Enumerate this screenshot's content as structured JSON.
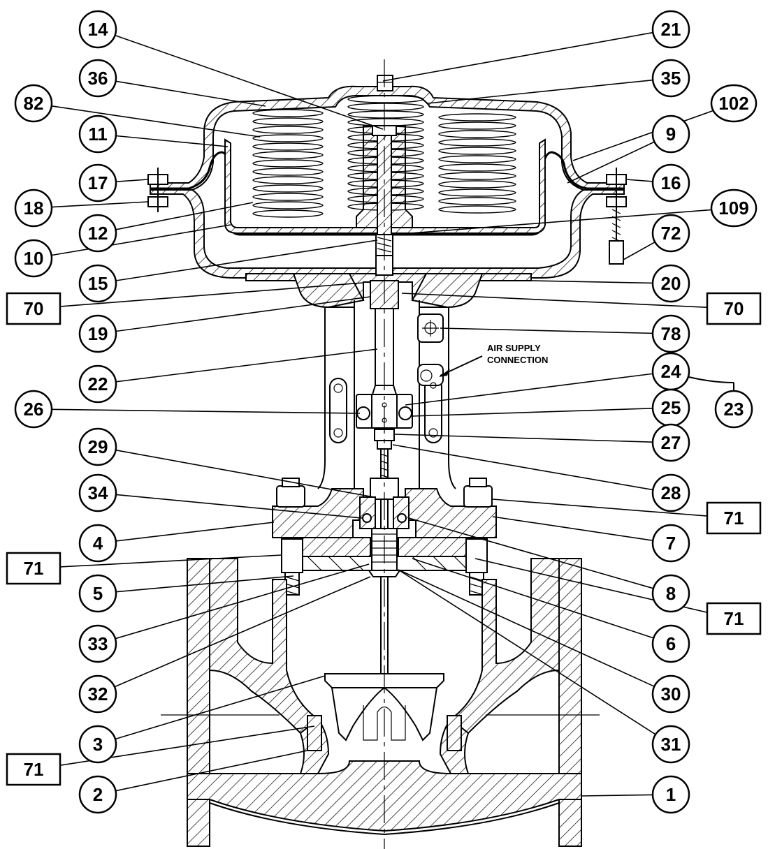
{
  "diagram": {
    "note": [
      "AIR SUPPLY",
      "CONNECTION"
    ],
    "callouts": [
      {
        "id": "c14",
        "label": "14",
        "shape": "circle"
      },
      {
        "id": "c21",
        "label": "21",
        "shape": "circle"
      },
      {
        "id": "c36",
        "label": "36",
        "shape": "circle"
      },
      {
        "id": "c35",
        "label": "35",
        "shape": "circle"
      },
      {
        "id": "c82",
        "label": "82",
        "shape": "circle"
      },
      {
        "id": "c102",
        "label": "102",
        "shape": "circle"
      },
      {
        "id": "c11",
        "label": "11",
        "shape": "circle"
      },
      {
        "id": "c9",
        "label": "9",
        "shape": "circle"
      },
      {
        "id": "c17",
        "label": "17",
        "shape": "circle"
      },
      {
        "id": "c16",
        "label": "16",
        "shape": "circle"
      },
      {
        "id": "c18",
        "label": "18",
        "shape": "circle"
      },
      {
        "id": "c109",
        "label": "109",
        "shape": "circle"
      },
      {
        "id": "c12",
        "label": "12",
        "shape": "circle"
      },
      {
        "id": "c72",
        "label": "72",
        "shape": "circle"
      },
      {
        "id": "c10",
        "label": "10",
        "shape": "circle"
      },
      {
        "id": "c15",
        "label": "15",
        "shape": "circle"
      },
      {
        "id": "c20",
        "label": "20",
        "shape": "circle"
      },
      {
        "id": "c70a",
        "label": "70",
        "shape": "box"
      },
      {
        "id": "c70b",
        "label": "70",
        "shape": "box"
      },
      {
        "id": "c19",
        "label": "19",
        "shape": "circle"
      },
      {
        "id": "c78",
        "label": "78",
        "shape": "circle"
      },
      {
        "id": "c22",
        "label": "22",
        "shape": "circle"
      },
      {
        "id": "c24",
        "label": "24",
        "shape": "circle"
      },
      {
        "id": "c25",
        "label": "25",
        "shape": "circle"
      },
      {
        "id": "c23",
        "label": "23",
        "shape": "circle"
      },
      {
        "id": "c26",
        "label": "26",
        "shape": "circle"
      },
      {
        "id": "c27",
        "label": "27",
        "shape": "circle"
      },
      {
        "id": "c29",
        "label": "29",
        "shape": "circle"
      },
      {
        "id": "c28",
        "label": "28",
        "shape": "circle"
      },
      {
        "id": "c34",
        "label": "34",
        "shape": "circle"
      },
      {
        "id": "c71a",
        "label": "71",
        "shape": "box"
      },
      {
        "id": "c4",
        "label": "4",
        "shape": "circle"
      },
      {
        "id": "c7",
        "label": "7",
        "shape": "circle"
      },
      {
        "id": "c71b",
        "label": "71",
        "shape": "box"
      },
      {
        "id": "c8",
        "label": "8",
        "shape": "circle"
      },
      {
        "id": "c5",
        "label": "5",
        "shape": "circle"
      },
      {
        "id": "c71c",
        "label": "71",
        "shape": "box"
      },
      {
        "id": "c33",
        "label": "33",
        "shape": "circle"
      },
      {
        "id": "c6",
        "label": "6",
        "shape": "circle"
      },
      {
        "id": "c32",
        "label": "32",
        "shape": "circle"
      },
      {
        "id": "c30",
        "label": "30",
        "shape": "circle"
      },
      {
        "id": "c3",
        "label": "3",
        "shape": "circle"
      },
      {
        "id": "c31",
        "label": "31",
        "shape": "circle"
      },
      {
        "id": "c71d",
        "label": "71",
        "shape": "box"
      },
      {
        "id": "c2",
        "label": "2",
        "shape": "circle"
      },
      {
        "id": "c1",
        "label": "1",
        "shape": "circle"
      }
    ]
  }
}
